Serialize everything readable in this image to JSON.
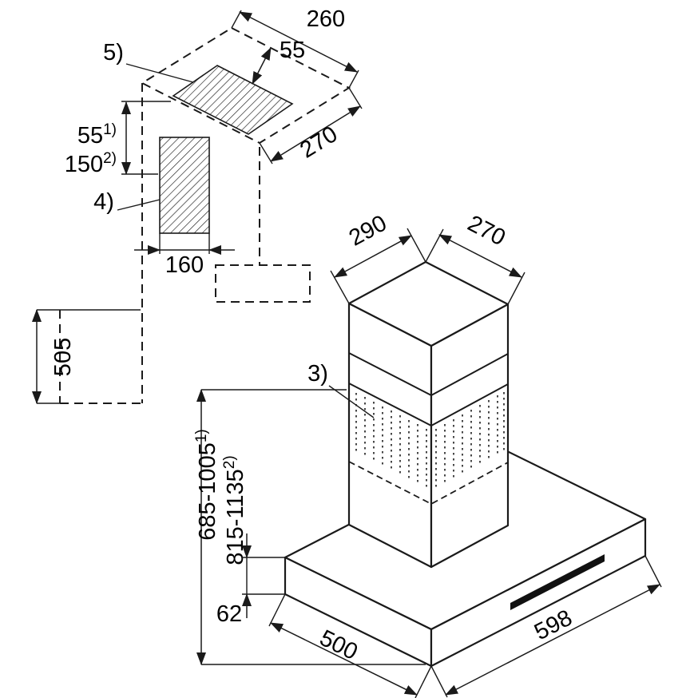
{
  "figure": {
    "background": "#ffffff",
    "line_color": "#1a1a1a"
  },
  "labels": {
    "callout_3": "3)",
    "callout_4": "4)",
    "callout_5": "5)"
  },
  "dims": {
    "duct_top_width": "260",
    "duct_top_inset": "55",
    "duct_top_depth": "270",
    "clearance_a_value": "55",
    "clearance_a_note": "1)",
    "clearance_b_value": "150",
    "clearance_b_note": "2)",
    "wall_opening_width": "160",
    "wall_section_height": "505",
    "chimney_depth": "290",
    "chimney_width": "270",
    "height_range_a_value": "685-1005",
    "height_range_a_note": "1)",
    "height_range_b_value": "815-1135",
    "height_range_b_note": "2)",
    "canopy_thickness": "62",
    "canopy_depth": "500",
    "canopy_width": "598"
  }
}
